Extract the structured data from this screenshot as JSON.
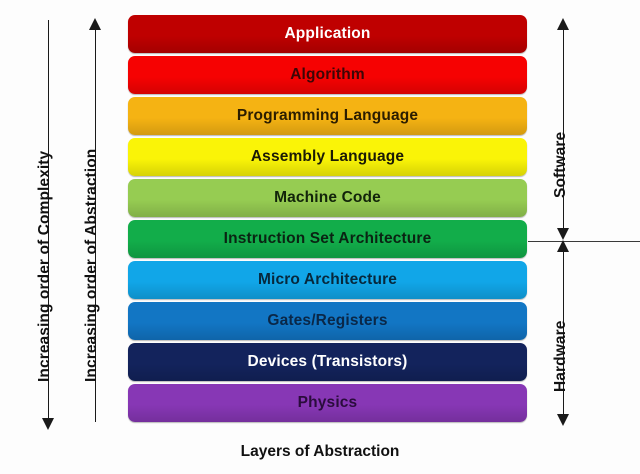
{
  "caption": "Layers of Abstraction",
  "left_axes": [
    {
      "label": "Increasing order of Complexity",
      "direction": "down",
      "name": "complexity-axis"
    },
    {
      "label": "Increasing order of Abstraction",
      "direction": "up",
      "name": "abstraction-axis"
    }
  ],
  "right_axes": [
    {
      "label": "Software",
      "direction": "double",
      "name": "software-bracket"
    },
    {
      "label": "Hardware",
      "direction": "double",
      "name": "hardware-bracket"
    }
  ],
  "layers": [
    {
      "label": "Application",
      "fill": "#bf0000",
      "text_color": "#ffffff",
      "group": "software"
    },
    {
      "label": "Algorithm",
      "fill": "#f60202",
      "text_color": "#3d0606",
      "group": "software"
    },
    {
      "label": "Programming Language",
      "fill": "#f5b313",
      "text_color": "#2b1d00",
      "group": "software"
    },
    {
      "label": "Assembly Language",
      "fill": "#faf407",
      "text_color": "#1b1b05",
      "group": "software"
    },
    {
      "label": "Machine Code",
      "fill": "#96cc52",
      "text_color": "#12240a",
      "group": "software"
    },
    {
      "label": "Instruction Set Architecture",
      "fill": "#12ad4a",
      "text_color": "#0a2413",
      "group": "boundary"
    },
    {
      "label": "Micro Architecture",
      "fill": "#11a6e8",
      "text_color": "#07283c",
      "group": "hardware"
    },
    {
      "label": "Gates/Registers",
      "fill": "#1276c4",
      "text_color": "#0a2747",
      "group": "hardware"
    },
    {
      "label": "Devices (Transistors)",
      "fill": "#13235c",
      "text_color": "#ffffff",
      "group": "hardware"
    },
    {
      "label": "Physics",
      "fill": "#8737b5",
      "text_color": "#2a0c3c",
      "group": "hardware"
    }
  ],
  "colors": {
    "background": "#fdfdfd",
    "axis_stroke": "#1a1a1a",
    "divider_stroke": "#3a3a3a"
  }
}
